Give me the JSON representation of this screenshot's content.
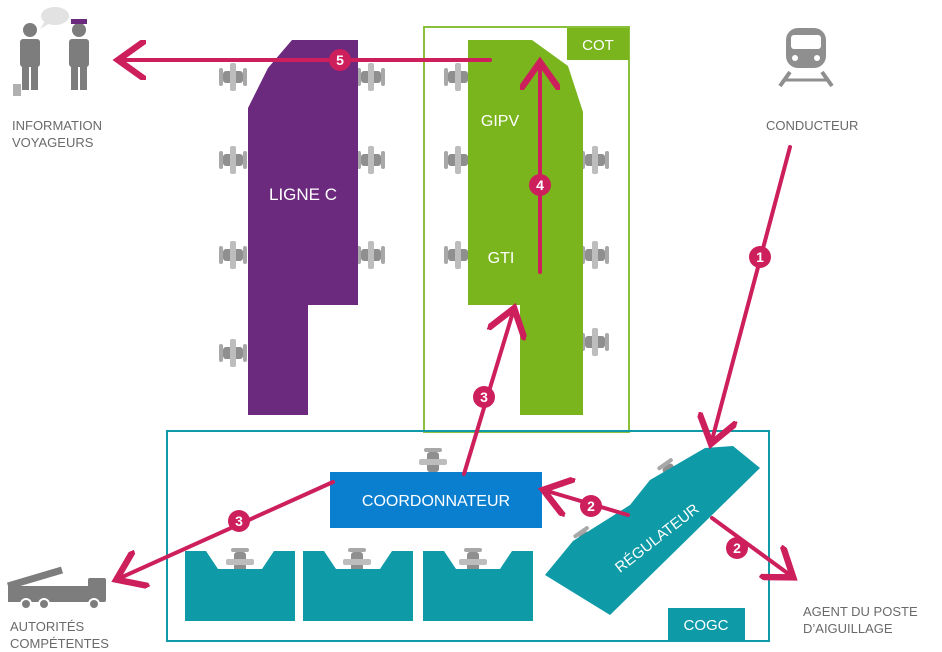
{
  "colors": {
    "purple": "#6b2a7e",
    "green": "#7ab51d",
    "teal": "#0e9aa7",
    "blue": "#0a7fd0",
    "arrow": "#cc1f5c",
    "gray": "#7d7d7d",
    "chair": "#8f8f8f"
  },
  "zones": {
    "cot": "COT",
    "cogc": "COGC"
  },
  "desks": {
    "ligne_c": "LIGNE C",
    "gipv": "GIPV",
    "gti": "GTI",
    "coordonnateur": "COORDONNATEUR",
    "regulateur": "RÉGULATEUR"
  },
  "actors": {
    "information_voyageurs": [
      "INFORMATION",
      "VOYAGEURS"
    ],
    "conducteur": "CONDUCTEUR",
    "autorites": [
      "AUTORITÉS",
      "COMPÉTENTES"
    ],
    "agent_poste": [
      "AGENT DU POSTE",
      "D’AIGUILLAGE"
    ]
  },
  "steps": {
    "s1": "1",
    "s2a": "2",
    "s2b": "2",
    "s3a": "3",
    "s3b": "3",
    "s4": "4",
    "s5": "5"
  },
  "icons": {
    "travellers": "people-speech-icon",
    "train": "train-icon",
    "fire_truck": "fire-truck-icon",
    "chair": "chair-icon"
  }
}
